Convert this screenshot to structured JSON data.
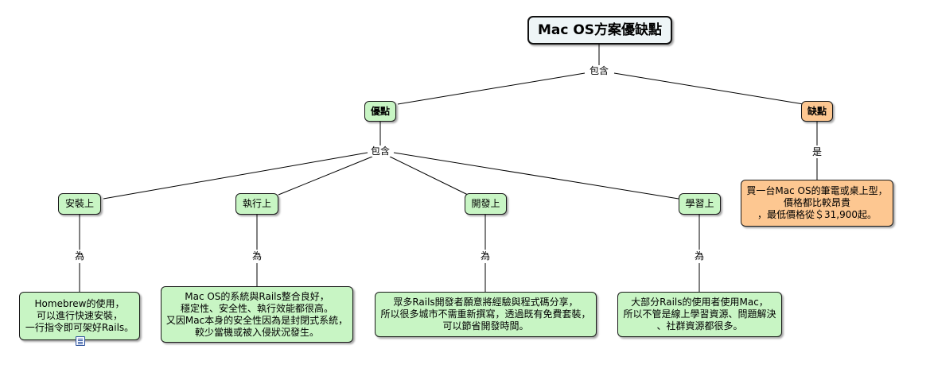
{
  "root": {
    "title": "Mac OS方案優缺點"
  },
  "links": {
    "root_label": "包含",
    "pros_label": "包含",
    "cons_label": "是",
    "detail_label": "為"
  },
  "pros": {
    "title": "優點",
    "categories": [
      {
        "title": "安裝上",
        "detail": "Homebrew的使用，\n可以進行快速安裝，\n一行指令即可架好Rails。"
      },
      {
        "title": "執行上",
        "detail": "Mac OS的系統與Rails整合良好，\n穩定性、安全性、執行效能都很高。\n又因Mac本身的安全性因為是封閉式系統，\n較少當機或被入侵狀況發生。"
      },
      {
        "title": "開發上",
        "detail": "眾多Rails開發者願意將經驗與程式碼分享，\n所以很多城市不需重新撰寫，透過既有免費套裝，\n可以節省開發時間。"
      },
      {
        "title": "學習上",
        "detail": "大部分Rails的使用者使用Mac，\n所以不管是線上學習資源、問題解決\n、社群資源都很多。"
      }
    ]
  },
  "cons": {
    "title": "缺點",
    "detail": "買一台Mac OS的筆電或桌上型，\n價格都比較昂貴\n，最低價格從＄31,900起。"
  },
  "colors": {
    "concept_green": "#c8f5c4",
    "concept_peach": "#fdc791",
    "root_fill": "#eef5f7"
  },
  "icons": {
    "note": "note-icon"
  }
}
